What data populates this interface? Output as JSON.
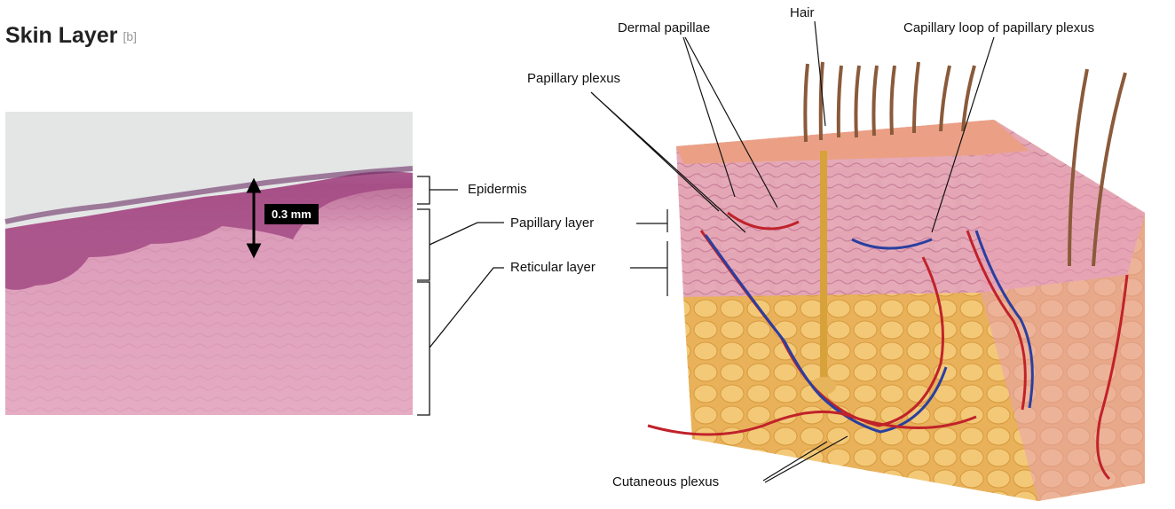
{
  "title": "Skin Layer",
  "ref": "[b]",
  "scale_bar": "0.3 mm",
  "histology_labels": {
    "epidermis": "Epidermis",
    "papillary": "Papillary layer",
    "reticular": "Reticular layer"
  },
  "diagram_labels": {
    "dermal_papillae": "Dermal papillae",
    "hair": "Hair",
    "capillary_loop": "Capillary loop of papillary plexus",
    "papillary_plexus": "Papillary plexus",
    "cutaneous_plexus": "Cutaneous plexus"
  }
}
